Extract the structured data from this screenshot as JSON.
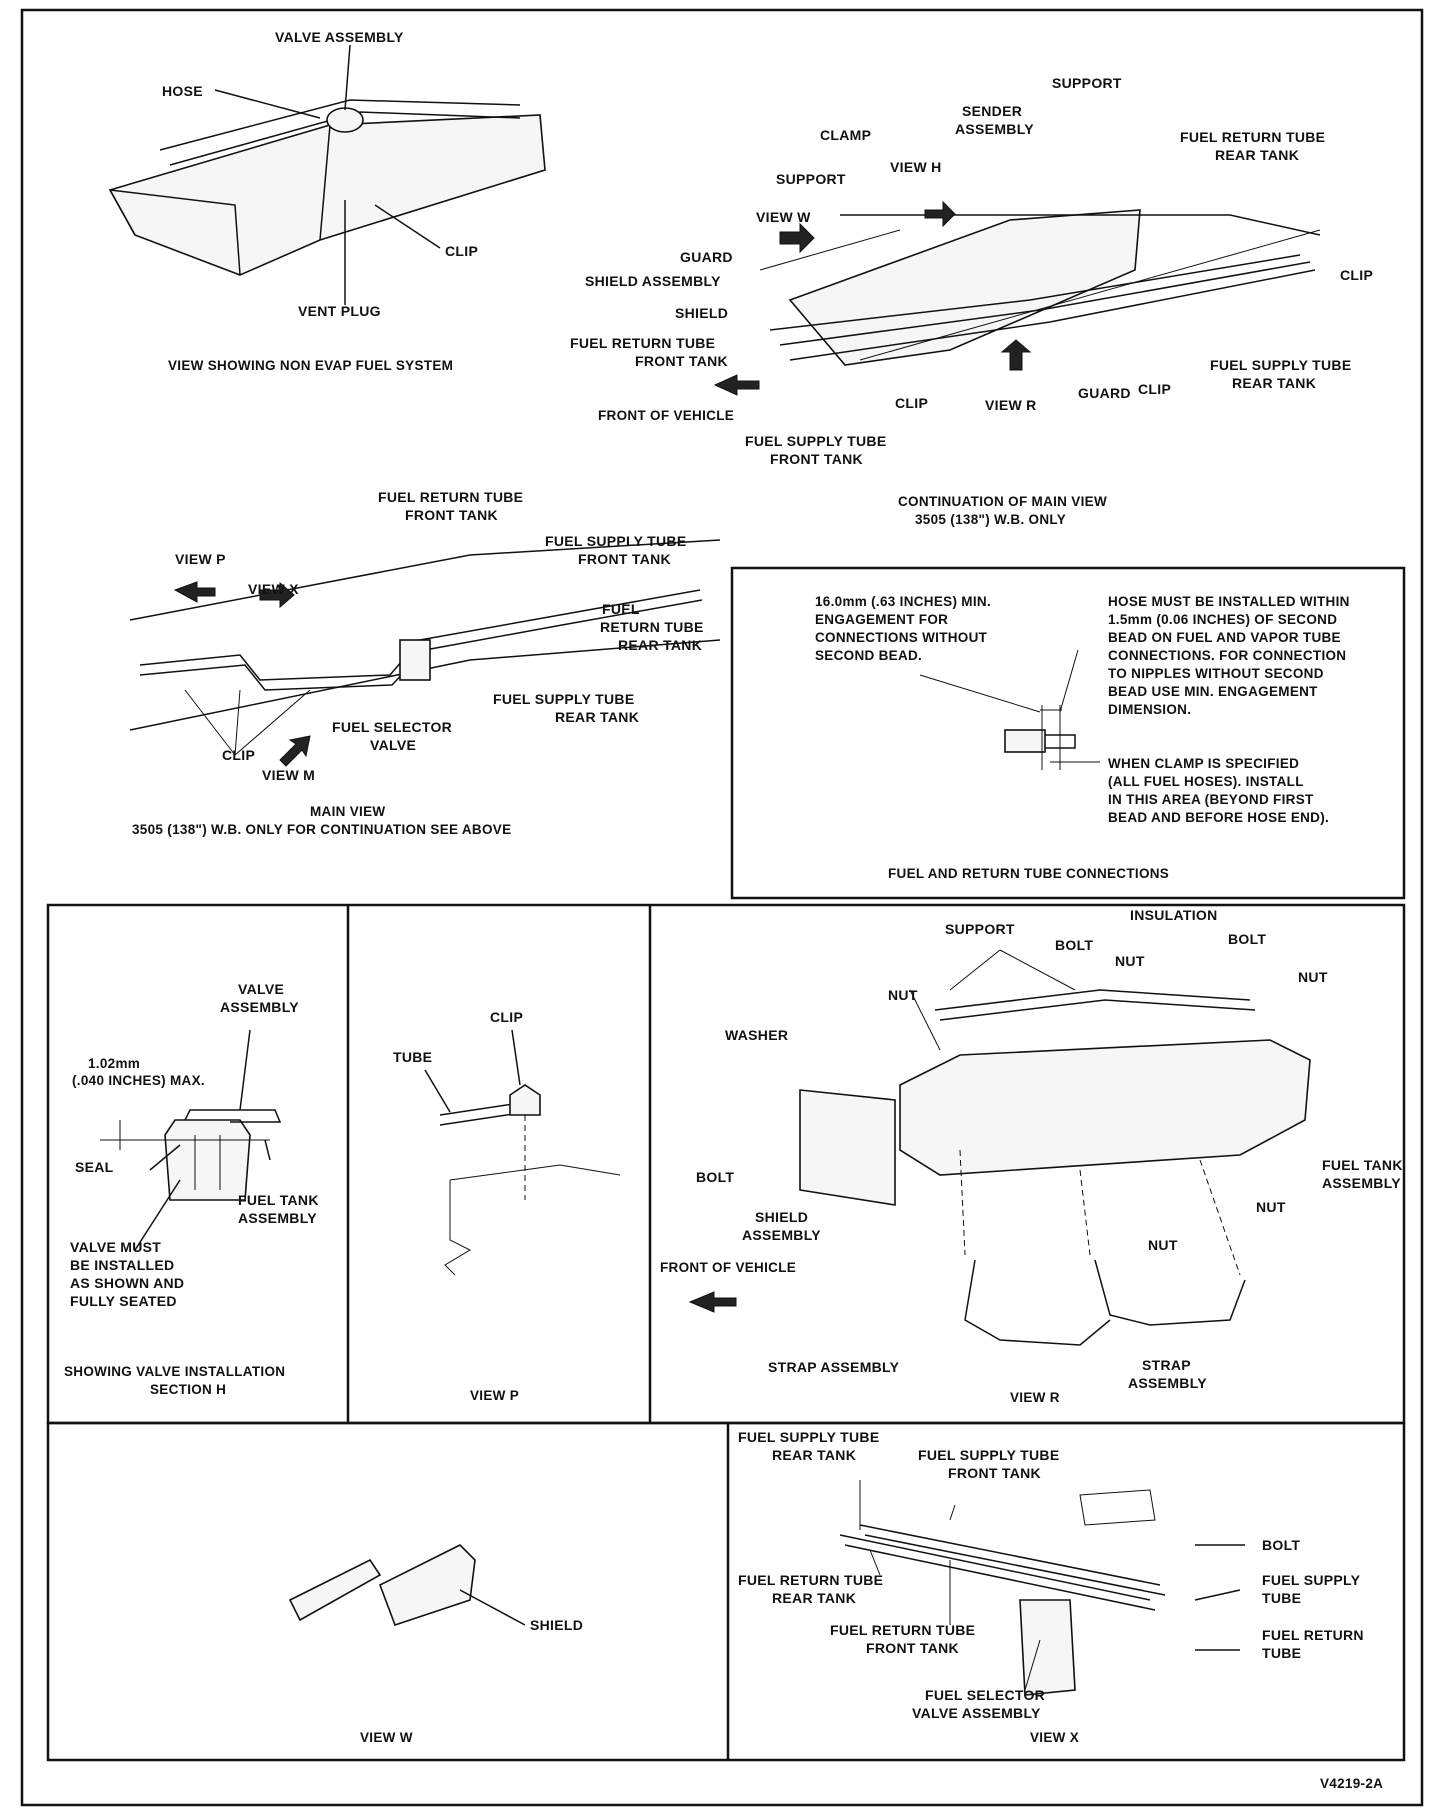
{
  "colors": {
    "ink": "#111111",
    "paper": "#ffffff",
    "fill": "#f6f6f6"
  },
  "view_non_evap": {
    "valve_assembly": "VALVE ASSEMBLY",
    "hose": "HOSE",
    "clip": "CLIP",
    "vent_plug": "VENT PLUG",
    "caption": "VIEW SHOWING NON EVAP FUEL SYSTEM"
  },
  "continuation": {
    "support_top": "SUPPORT",
    "sender_1": "SENDER",
    "sender_2": "ASSEMBLY",
    "clamp": "CLAMP",
    "view_h": "VIEW H",
    "support_left": "SUPPORT",
    "view_w": "VIEW W",
    "guard_left": "GUARD",
    "shield_assembly": "SHIELD ASSEMBLY",
    "shield": "SHIELD",
    "frt_1": "FUEL RETURN TUBE",
    "frt_2": "FRONT TANK",
    "front_vehicle": "FRONT OF VEHICLE",
    "clip_mid": "CLIP",
    "view_r": "VIEW R",
    "guard_right": "GUARD",
    "clip_right": "CLIP",
    "fst_front_1": "FUEL SUPPLY TUBE",
    "fst_front_2": "FRONT TANK",
    "frt_rear_1": "FUEL RETURN TUBE",
    "frt_rear_2": "REAR TANK",
    "clip_far": "CLIP",
    "fst_rear_1": "FUEL SUPPLY TUBE",
    "fst_rear_2": "REAR TANK",
    "caption_1": "CONTINUATION OF MAIN VIEW",
    "caption_2": "3505 (138\") W.B. ONLY"
  },
  "main_view": {
    "frt_front_1": "FUEL RETURN TUBE",
    "frt_front_2": "FRONT TANK",
    "fst_front_1": "FUEL SUPPLY TUBE",
    "fst_front_2": "FRONT TANK",
    "view_p": "VIEW P",
    "view_x": "VIEW X",
    "fuel_rt_1": "FUEL",
    "fuel_rt_2": "RETURN TUBE",
    "fuel_rt_3": "REAR TANK",
    "fst_rear_1": "FUEL SUPPLY TUBE",
    "fst_rear_2": "REAR TANK",
    "selector_1": "FUEL SELECTOR",
    "selector_2": "VALVE",
    "clip": "CLIP",
    "view_m": "VIEW M",
    "caption_1": "MAIN VIEW",
    "caption_2": "3505 (138\") W.B. ONLY FOR CONTINUATION SEE ABOVE"
  },
  "connections": {
    "left_1": "16.0mm (.63 INCHES) MIN.",
    "left_2": "ENGAGEMENT FOR",
    "left_3": "CONNECTIONS WITHOUT",
    "left_4": "SECOND BEAD.",
    "right_1": "HOSE MUST BE INSTALLED WITHIN",
    "right_2": "1.5mm (0.06 INCHES) OF SECOND",
    "right_3": "BEAD ON FUEL AND VAPOR TUBE",
    "right_4": "CONNECTIONS. FOR CONNECTION",
    "right_5": "TO NIPPLES WITHOUT SECOND",
    "right_6": "BEAD USE MIN. ENGAGEMENT",
    "right_7": "DIMENSION.",
    "clamp_1": "WHEN CLAMP IS SPECIFIED",
    "clamp_2": "(ALL FUEL HOSES). INSTALL",
    "clamp_3": "IN THIS AREA (BEYOND FIRST",
    "clamp_4": "BEAD AND BEFORE HOSE END).",
    "caption": "FUEL AND RETURN TUBE CONNECTIONS"
  },
  "section_h": {
    "valve_1": "VALVE",
    "valve_2": "ASSEMBLY",
    "dim_1": "1.02mm",
    "dim_2": "(.040 INCHES) MAX.",
    "seal": "SEAL",
    "tank_1": "FUEL TANK",
    "tank_2": "ASSEMBLY",
    "must_1": "VALVE MUST",
    "must_2": "BE INSTALLED",
    "must_3": "AS SHOWN AND",
    "must_4": "FULLY SEATED",
    "caption_1": "SHOWING VALVE INSTALLATION",
    "caption_2": "SECTION H"
  },
  "view_p": {
    "clip": "CLIP",
    "tube": "TUBE",
    "caption": "VIEW P"
  },
  "view_r": {
    "support": "SUPPORT",
    "bolt_1": "BOLT",
    "insulation": "INSULATION",
    "bolt_2": "BOLT",
    "nut_1": "NUT",
    "nut_2": "NUT",
    "nut_3": "NUT",
    "washer": "WASHER",
    "bolt_3": "BOLT",
    "shield_1": "SHIELD",
    "shield_2": "ASSEMBLY",
    "tank_1": "FUEL TANK",
    "tank_2": "ASSEMBLY",
    "nut_4": "NUT",
    "nut_5": "NUT",
    "front_vehicle": "FRONT OF VEHICLE",
    "strap_left": "STRAP ASSEMBLY",
    "strap_right_1": "STRAP",
    "strap_right_2": "ASSEMBLY",
    "caption": "VIEW R"
  },
  "view_w": {
    "shield": "SHIELD",
    "caption": "VIEW W"
  },
  "view_x": {
    "fst_rear_1": "FUEL SUPPLY TUBE",
    "fst_rear_2": "REAR TANK",
    "fst_front_1": "FUEL SUPPLY TUBE",
    "fst_front_2": "FRONT TANK",
    "bolt": "BOLT",
    "frt_rear_1": "FUEL RETURN TUBE",
    "frt_rear_2": "REAR TANK",
    "fs_tube_1": "FUEL SUPPLY",
    "fs_tube_2": "TUBE",
    "frt_front_1": "FUEL RETURN TUBE",
    "frt_front_2": "FRONT TANK",
    "fr_tube_1": "FUEL RETURN",
    "fr_tube_2": "TUBE",
    "selector_1": "FUEL SELECTOR",
    "selector_2": "VALVE ASSEMBLY",
    "caption": "VIEW X"
  },
  "figure_id": "V4219-2A"
}
